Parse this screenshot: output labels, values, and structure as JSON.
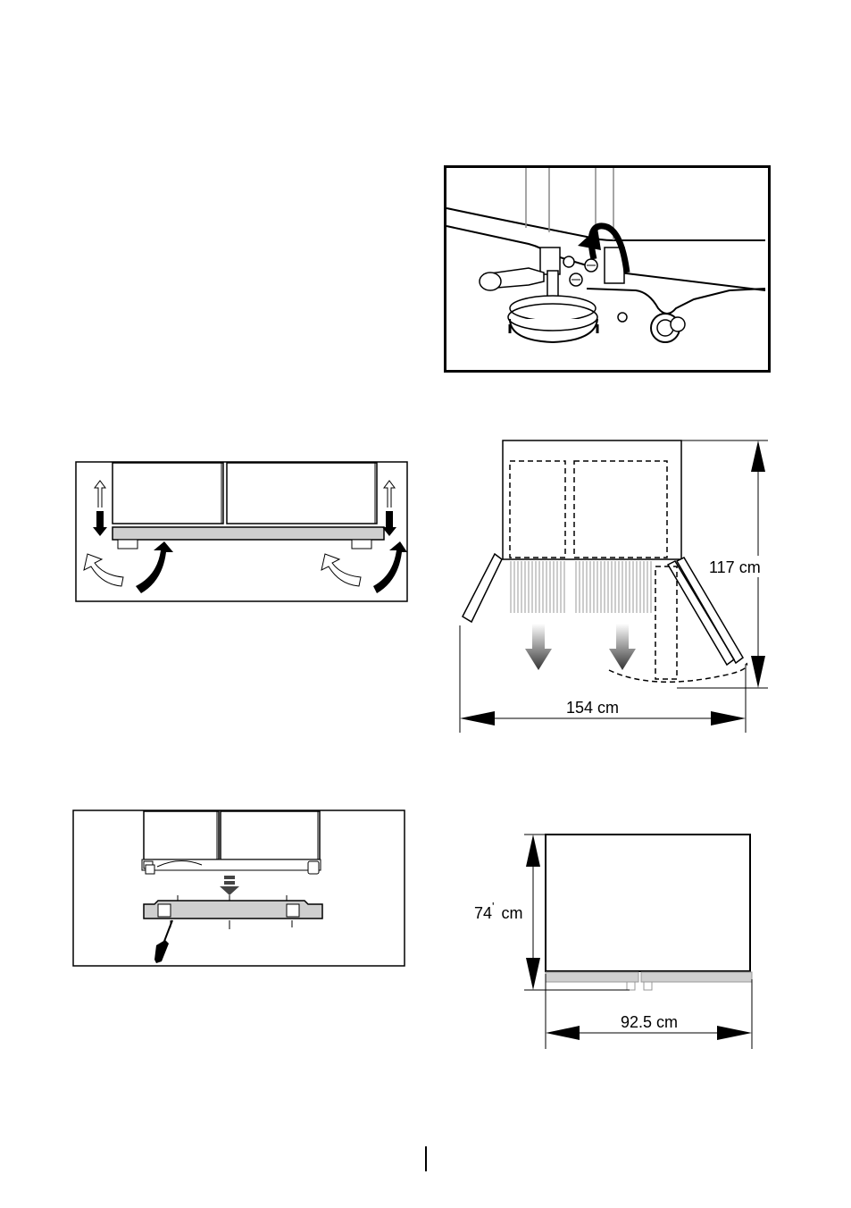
{
  "page": {
    "background": "#ffffff",
    "line_color": "#000000",
    "plinth_color": "#cfcfcf"
  },
  "figures": {
    "foot_closeup": {
      "icons": [
        "adjusting-foot-icon",
        "rotation-arrow-icon",
        "roller-icon"
      ]
    },
    "feet_adjust": {
      "icons": [
        "up-down-arrow-icon",
        "rotate-arrow-icon"
      ]
    },
    "door_clearance": {
      "height_label": "117 cm",
      "width_label": "154 cm"
    },
    "plinth_fitting": {
      "icons": [
        "screwdriver-icon",
        "down-arrow-icon"
      ]
    },
    "front_dimensions": {
      "height_label_main": "74",
      "height_label_mark": "'",
      "height_label_unit": "cm",
      "width_label": "92.5 cm"
    }
  }
}
